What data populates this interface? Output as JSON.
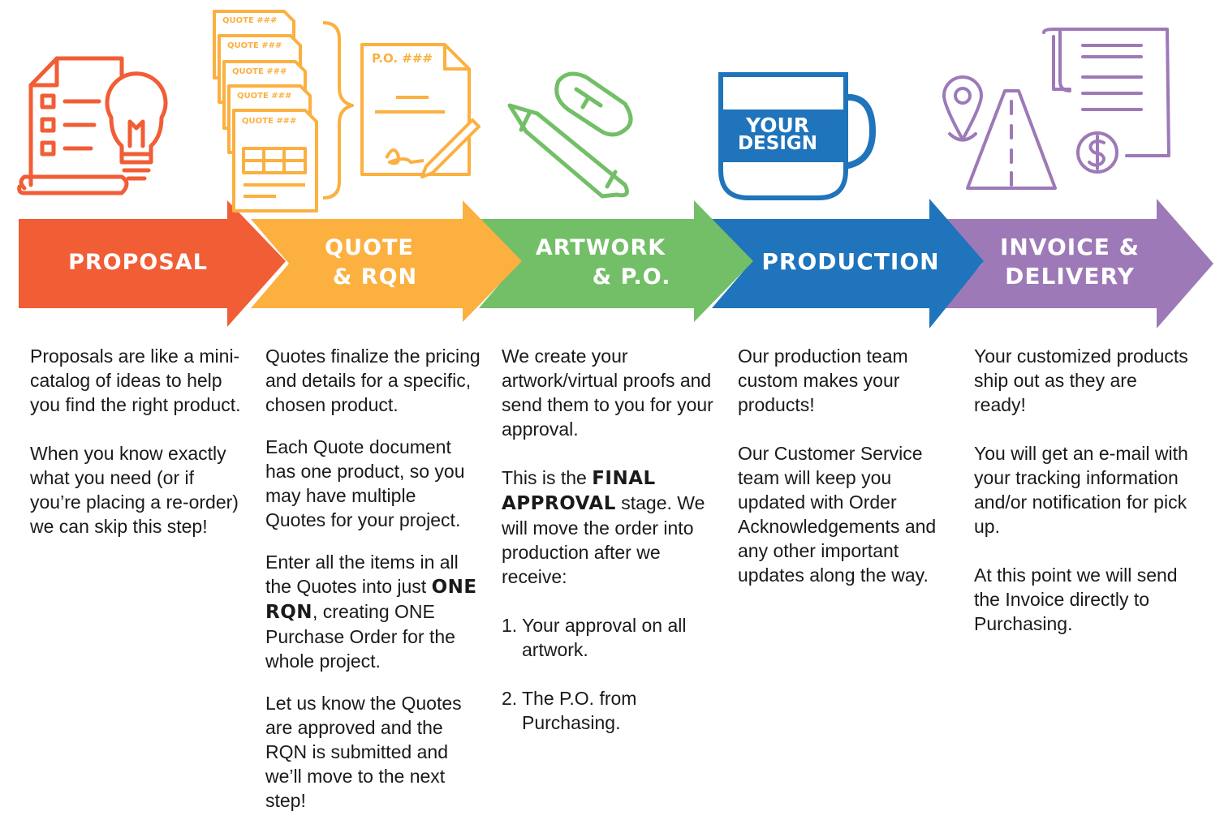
{
  "colors": {
    "proposal": "#f15d35",
    "quote": "#fbb040",
    "artwork": "#72bf67",
    "production": "#1f74bb",
    "invoice": "#9d79b8"
  },
  "steps": [
    {
      "title_lines": [
        "PROPOSAL"
      ],
      "icon": "document-lightbulb-icon",
      "paragraphs": [
        "Proposals are like a mini-catalog of ideas to help you find the right product.",
        "When you know exactly what you need (or if you’re placing a re-order) we can skip this step!"
      ]
    },
    {
      "title_lines": [
        "QUOTE",
        "& RQN"
      ],
      "icon": "quotes-to-po-icon",
      "icon_text": {
        "quote_labels": [
          "QUOTE ###",
          "QUOTE ###",
          "QUOTE ###",
          "QUOTE ###",
          "QUOTE ###"
        ],
        "po_label": "P.O. ###"
      },
      "paragraphs": [
        "Quotes finalize the pricing and details for a specific, chosen product.",
        "Each Quote document has one product, so you may have multiple Quotes for your project."
      ],
      "rich_paragraph": {
        "before": "Enter all the items in all the Quotes into just ",
        "bold": "ONE RQN",
        "after": ", creating ONE Purchase Order for the whole project."
      },
      "last_paragraph": "Let us know the Quotes are approved and the RQN is submitted and we’ll move to the next step!"
    },
    {
      "title_lines": [
        "ARTWORK",
        "& P.O."
      ],
      "icon": "pencil-mouse-icon",
      "intro": "We create your artwork/virtual proofs and send them to you for your approval.",
      "rich_paragraph": {
        "before": "This is the ",
        "bold": "FINAL APPROVAL",
        "after": " stage.  We will move the order into production after we receive:"
      },
      "list": [
        {
          "num": "1.",
          "text": "Your approval on all artwork."
        },
        {
          "num": "2.",
          "text": "The P.O. from Purchasing."
        }
      ]
    },
    {
      "title_lines": [
        "PRODUCTION"
      ],
      "icon": "mug-icon",
      "icon_text": {
        "mug_lines": [
          "YOUR",
          "DESIGN"
        ]
      },
      "paragraphs": [
        "Our production team custom makes your products!",
        "Our Customer Service team will keep you updated with Order Acknowledgements and any other important updates along the way."
      ]
    },
    {
      "title_lines": [
        "INVOICE &",
        "DELIVERY"
      ],
      "icon": "road-invoice-icon",
      "paragraphs": [
        "Your customized products ship out as they are ready!",
        "You will get an e-mail with your tracking information and/or notification for pick up.",
        "At this point we will send the Invoice directly to Purchasing."
      ]
    }
  ]
}
